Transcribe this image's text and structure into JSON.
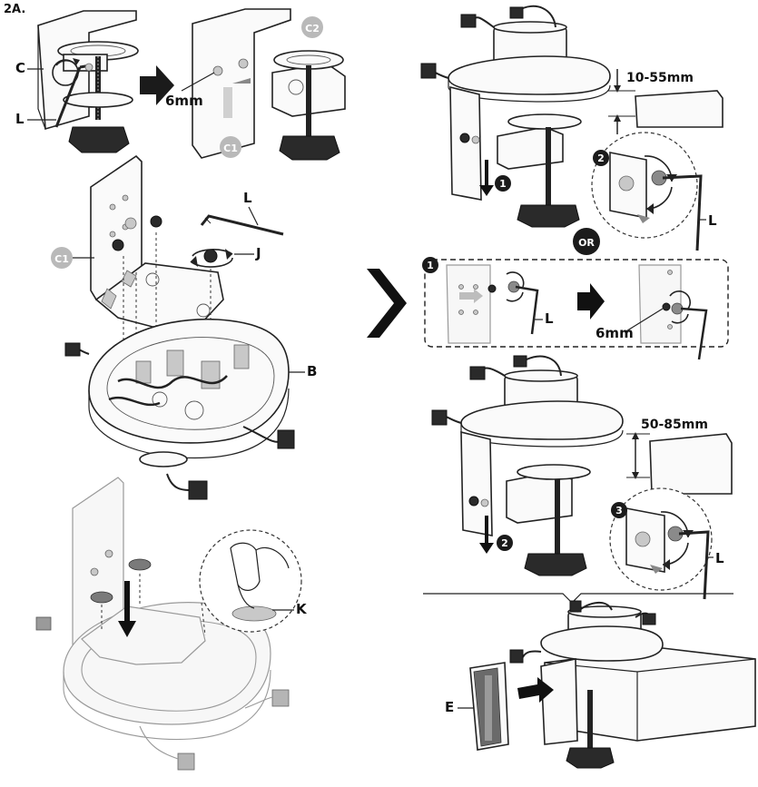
{
  "step_title": "2A.",
  "labels": {
    "c": "C",
    "l": "L",
    "b": "B",
    "j": "J",
    "k": "K",
    "e": "E",
    "c1": "C1",
    "c2": "C2",
    "or": "OR"
  },
  "step_badges": [
    "1",
    "2",
    "3"
  ],
  "measurements": {
    "hex_key_size": "6mm",
    "range_small": "10-55mm",
    "range_large": "50-85mm"
  }
}
